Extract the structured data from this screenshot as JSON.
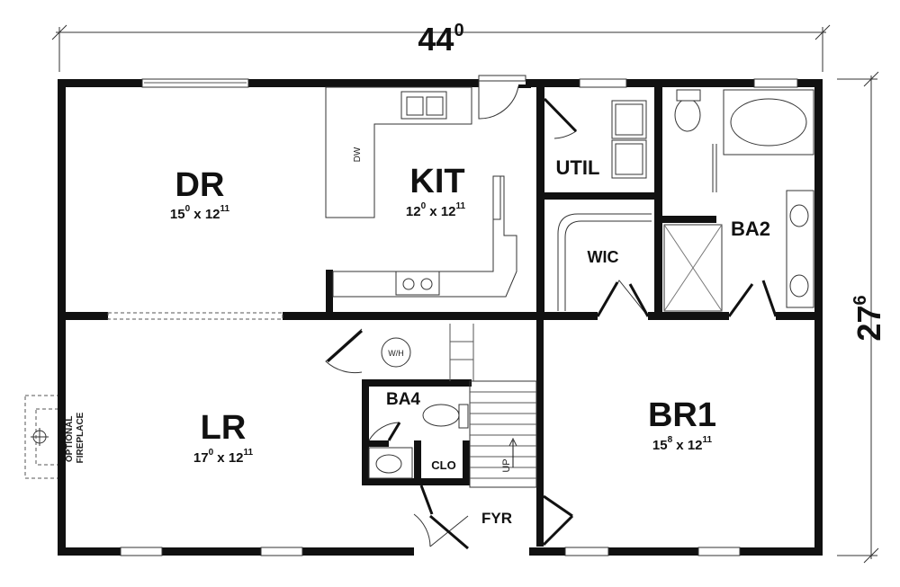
{
  "overall": {
    "width_main": "44",
    "width_sup": "0",
    "depth_main": "27",
    "depth_sup": "6"
  },
  "rooms": {
    "dr": {
      "name": "DR",
      "dim": [
        {
          "t": "15"
        },
        {
          "t": "0",
          "sup": true
        },
        {
          "t": " x 12"
        },
        {
          "t": "11",
          "sup": true
        }
      ]
    },
    "kit": {
      "name": "KIT",
      "dim": [
        {
          "t": "12"
        },
        {
          "t": "0",
          "sup": true
        },
        {
          "t": " x 12"
        },
        {
          "t": "11",
          "sup": true
        }
      ]
    },
    "lr": {
      "name": "LR",
      "dim": [
        {
          "t": "17"
        },
        {
          "t": "0",
          "sup": true
        },
        {
          "t": " x 12"
        },
        {
          "t": "11",
          "sup": true
        }
      ]
    },
    "br1": {
      "name": "BR1",
      "dim": [
        {
          "t": "15"
        },
        {
          "t": "8",
          "sup": true
        },
        {
          "t": " x 12"
        },
        {
          "t": "11",
          "sup": true
        }
      ]
    },
    "util": {
      "name": "UTIL"
    },
    "wic": {
      "name": "WIC"
    },
    "ba2": {
      "name": "BA2"
    },
    "ba4": {
      "name": "BA4"
    },
    "clo": {
      "name": "CLO"
    },
    "fyr": {
      "name": "FYR"
    }
  },
  "labels": {
    "dw": "DW",
    "wh": "W/H",
    "up": "UP",
    "fireplace_line1": "OPTIONAL",
    "fireplace_line2": "FIREPLACE"
  }
}
